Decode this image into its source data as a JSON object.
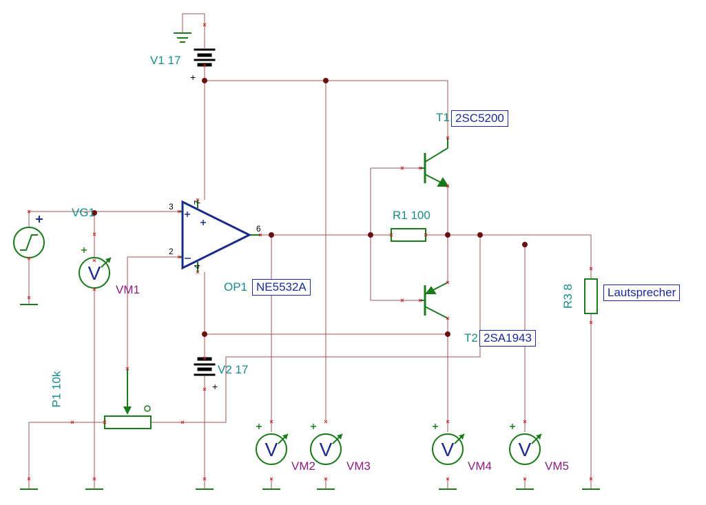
{
  "components": {
    "V1": {
      "label": "V1 17"
    },
    "V2": {
      "label": "V2 17"
    },
    "VG1": {
      "label": "VG1"
    },
    "OP1": {
      "ref": "OP1",
      "model": "NE5532A",
      "pin_noninv": "3",
      "pin_inv": "2",
      "pin_out": "6",
      "pin_vpos": "7",
      "pin_vneg": "4"
    },
    "T1": {
      "ref": "T1",
      "model": "2SC5200"
    },
    "T2": {
      "ref": "T2",
      "model": "2SA1943"
    },
    "R1": {
      "label": "R1 100"
    },
    "R3": {
      "label": "R3 8",
      "part": "Lautsprecher"
    },
    "P1": {
      "label": "P1 10k"
    },
    "meters": [
      "VM1",
      "VM2",
      "VM3",
      "VM4",
      "VM5"
    ]
  },
  "symbols": {
    "plus": "+",
    "minus": "−",
    "voltmeter_glyph": "V",
    "wiper": "o"
  },
  "colors": {
    "wire": "#a05050",
    "component": "#1a7a1a",
    "opamp": "#1a2a8a",
    "label_ref": "#178a8a",
    "label_meter": "#8b1a7a",
    "model_box": "#1a2a9a",
    "junction": "#6b1010"
  }
}
